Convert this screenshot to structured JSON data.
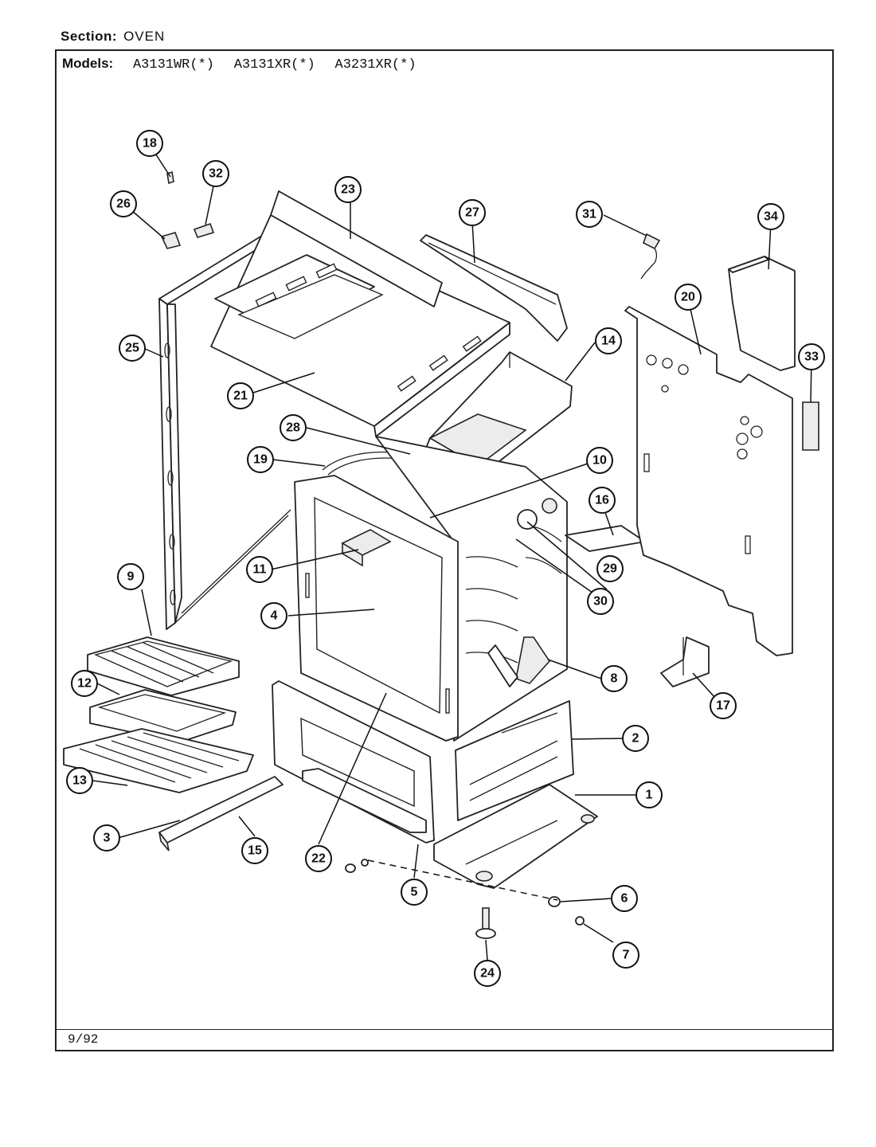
{
  "header": {
    "section_label": "Section:",
    "section_value": "OVEN",
    "models_label": "Models:",
    "models": [
      "A3131WR(*)",
      "A3131XR(*)",
      "A3231XR(*)"
    ]
  },
  "footer": {
    "date": "9/92"
  },
  "callouts": [
    "1",
    "2",
    "3",
    "4",
    "5",
    "6",
    "7",
    "8",
    "9",
    "10",
    "11",
    "12",
    "13",
    "14",
    "15",
    "16",
    "17",
    "18",
    "19",
    "20",
    "21",
    "22",
    "23",
    "24",
    "25",
    "26",
    "27",
    "28",
    "29",
    "30",
    "31",
    "32",
    "33",
    "34"
  ]
}
